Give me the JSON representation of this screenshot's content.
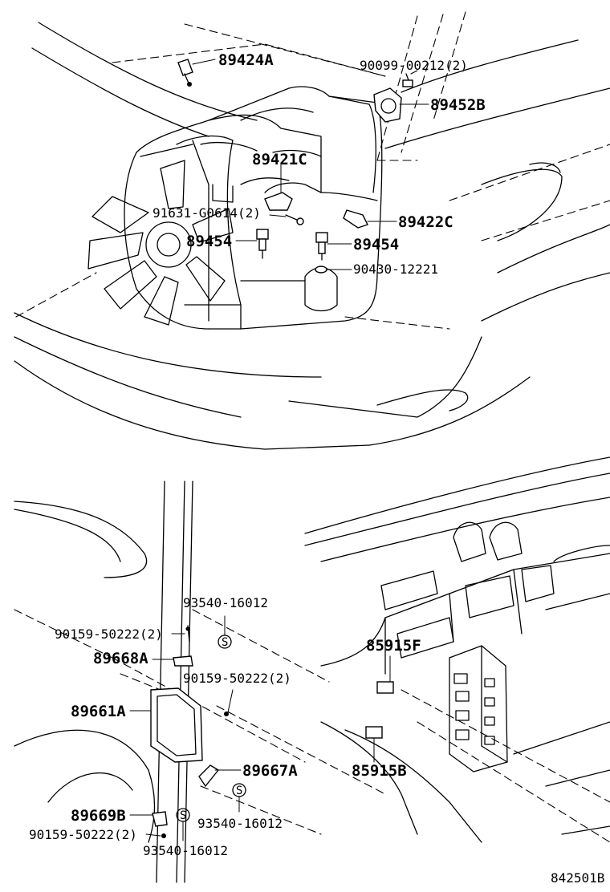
{
  "labels": {
    "p89424A": "89424A",
    "p90099": "90099-00212(2)",
    "p89452B": "89452B",
    "p89421C": "89421C",
    "p91631": "91631-G0614(2)",
    "p89422C": "89422C",
    "p89454a": "89454",
    "p89454b": "89454",
    "p90430": "90430-12221",
    "p93540a": "93540-16012",
    "p90159a": "90159-50222(2)",
    "p89668A": "89668A",
    "p90159b": "90159-50222(2)",
    "p89661A": "89661A",
    "p89667A": "89667A",
    "p93540b": "93540-16012",
    "p89669B": "89669B",
    "p90159c": "90159-50222(2)",
    "p93540c": "93540-16012",
    "p85915F": "85915F",
    "p85915B": "85915B",
    "s1": "S",
    "s2": "S",
    "s3": "S"
  },
  "diagram_id": "842501B"
}
